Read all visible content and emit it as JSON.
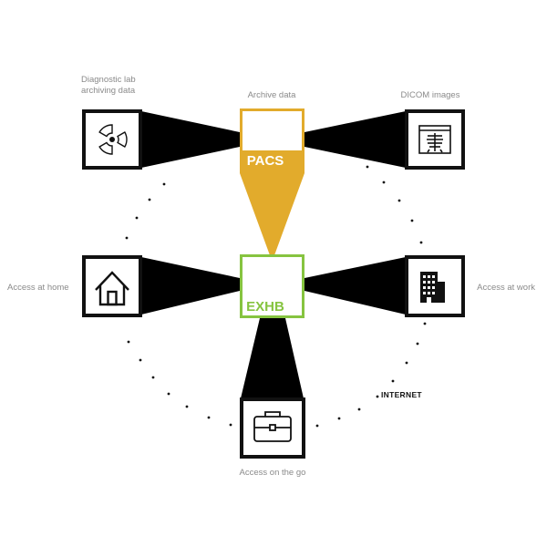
{
  "hubs": {
    "pacs": {
      "label": "PACS",
      "caption": "Archive data",
      "color": "#e2ab2c"
    },
    "exhb": {
      "label": "EXHB",
      "color": "#86c440"
    }
  },
  "nodes": {
    "lab": {
      "caption_line1": "Diagnostic lab",
      "caption_line2": "archiving data",
      "icon": "radiation-icon"
    },
    "dicom": {
      "caption": "DICOM images",
      "icon": "xray-image-icon"
    },
    "home": {
      "caption": "Access at home",
      "icon": "house-icon"
    },
    "work": {
      "caption": "Access at work",
      "icon": "office-building-icon"
    },
    "go": {
      "caption": "Access on the go",
      "icon": "briefcase-icon"
    }
  },
  "network_label": "INTERNET",
  "colors": {
    "outline": "#111111",
    "beam": "#000000",
    "caption": "#8a8a8a"
  }
}
